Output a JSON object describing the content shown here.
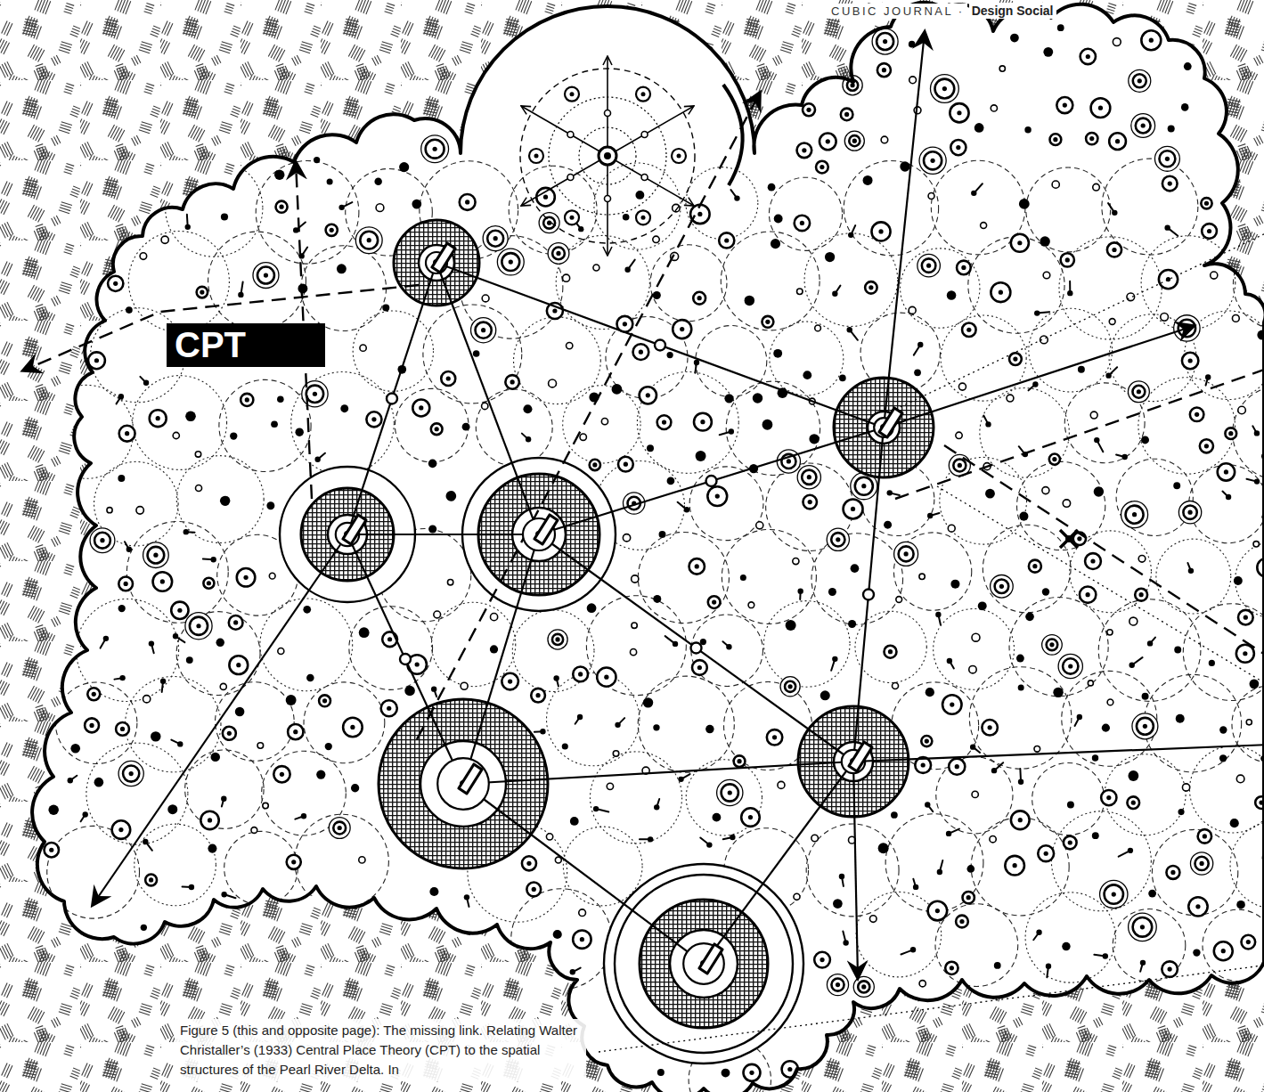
{
  "diagram": {
    "caption": "Figure 5 (this and opposite page): The missing link. Relating Walter Christaller’s (1933) Central Place Theory (CPT) to the spatial structures of the Pearl River Delta. In",
    "nodes": [
      {
        "text": [
          "CPT"
        ]
      }
    ],
    "labels": [
      "CUBIC JOURNAL ·",
      "Design Social"
    ]
  }
}
